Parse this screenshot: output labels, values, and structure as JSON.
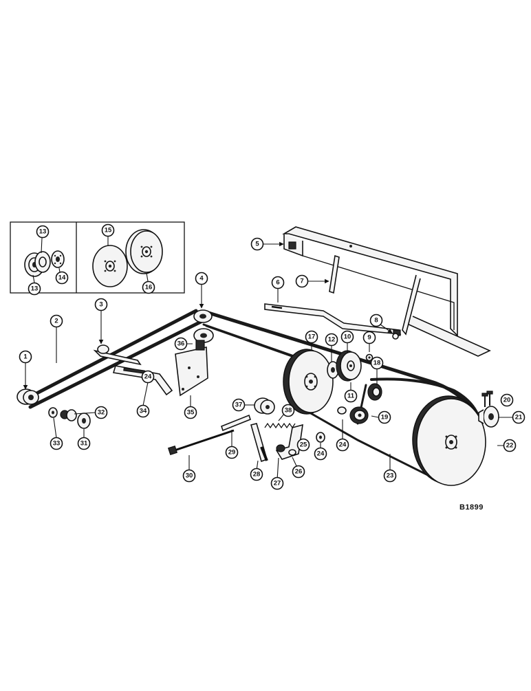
{
  "diagram": {
    "drawing_ref": "B1899",
    "inset_callouts": [
      "13",
      "14",
      "13",
      "15",
      "16"
    ],
    "callouts": [
      "1",
      "2",
      "3",
      "4",
      "5",
      "6",
      "7",
      "8",
      "9",
      "10",
      "11",
      "12",
      "17",
      "18",
      "19",
      "20",
      "21",
      "22",
      "23",
      "24",
      "24",
      "24",
      "25",
      "26",
      "27",
      "28",
      "29",
      "30",
      "31",
      "32",
      "33",
      "34",
      "35",
      "36",
      "37",
      "38"
    ]
  }
}
